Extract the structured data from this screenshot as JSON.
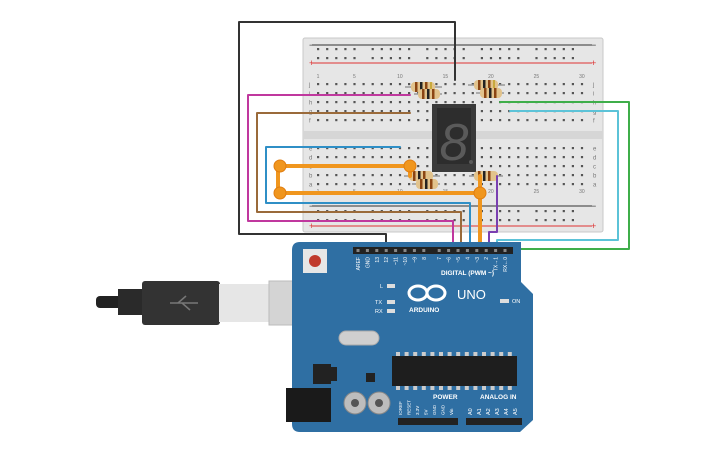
{
  "circuit": {
    "breadboard": {
      "rail_minus": "−",
      "rail_plus": "+",
      "row_letters_top": [
        "j",
        "i",
        "h",
        "g",
        "f"
      ],
      "row_letters_bottom": [
        "e",
        "d",
        "c",
        "b",
        "a"
      ],
      "col_numbers": [
        "1",
        "5",
        "10",
        "15",
        "20",
        "25",
        "30"
      ]
    },
    "display": {
      "digit": "8"
    },
    "board": {
      "model": "UNO",
      "brand": "ARDUINO",
      "header_digital": "DIGITAL (PWM ~)",
      "header_analog": "ANALOG IN",
      "header_power": "POWER",
      "led_l": "L",
      "led_tx": "TX",
      "led_rx": "RX",
      "on_label": "ON",
      "digital_pins": [
        "AREF",
        "GND",
        "13",
        "12",
        "~11",
        "~10",
        "~9",
        "8",
        "7",
        "~6",
        "~5",
        "4",
        "~3",
        "2",
        "TX→1",
        "RX←0"
      ],
      "power_pins": [
        "IOREF",
        "RESET",
        "3.3V",
        "5V",
        "GND",
        "GND",
        "Vin"
      ],
      "analog_pins": [
        "A0",
        "A1",
        "A2",
        "A3",
        "A4",
        "A5"
      ]
    },
    "colors": {
      "board_blue": "#2f6fa3",
      "wire_magenta": "#c0389e",
      "wire_brown": "#9a6a3a",
      "wire_blue": "#2f8fc6",
      "wire_orange": "#f0961e",
      "wire_purple": "#7a3fb0",
      "wire_green": "#3fae4a",
      "wire_cyan": "#5cc3d8",
      "wire_black": "#333333"
    }
  }
}
